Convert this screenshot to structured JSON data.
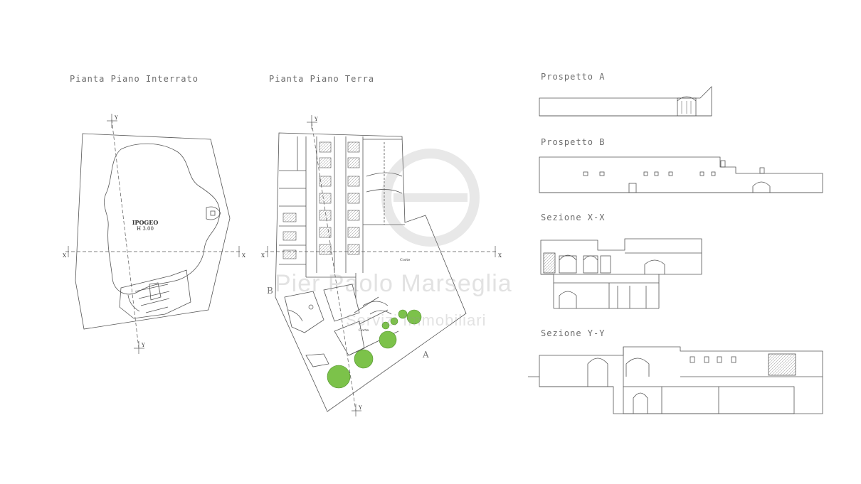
{
  "titles": {
    "basement": "Pianta Piano Interrato",
    "ground": "Pianta Piano Terra",
    "prospetto_a": "Prospetto A",
    "prospetto_b": "Prospetto B",
    "sezione_xx": "Sezione X-X",
    "sezione_yy": "Sezione Y-Y"
  },
  "labels": {
    "ipogeo": "IPOGEO",
    "ipogeo_h": "H 3.00",
    "marker_a": "A",
    "marker_b": "B",
    "corte": "Corte",
    "axis_x": "X",
    "axis_y": "Y"
  },
  "watermark": {
    "name": "Pier Paolo Marseglia",
    "tagline": "Servizi Immobiliari"
  },
  "colors": {
    "line": "#555555",
    "tree": "#7cc24a",
    "watermark": "#9a9a9a"
  }
}
